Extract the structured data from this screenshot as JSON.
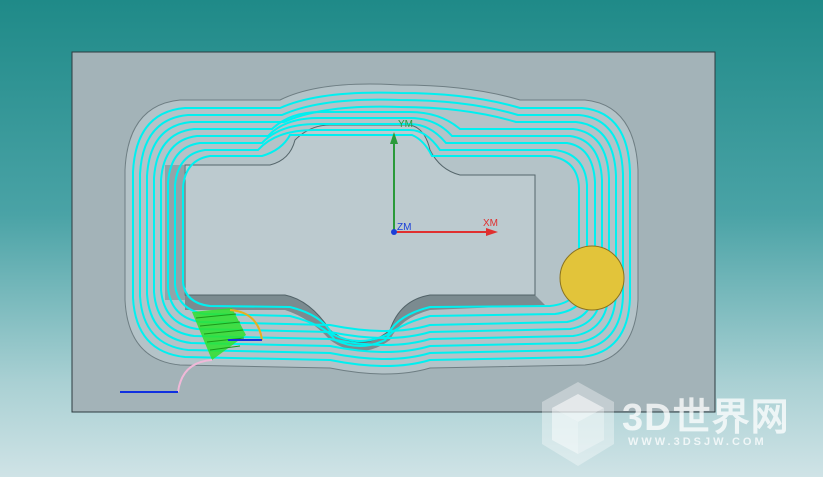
{
  "viewport": {
    "axis_labels": {
      "y": "YM",
      "x": "XM",
      "z": "ZM"
    }
  },
  "colors": {
    "background_top": "#1f8a88",
    "background_bottom": "#cfe3e6",
    "stock": "#a3b3b8",
    "pocket_floor": "#b2c1c6",
    "toolpath": "#00f0f0",
    "tool": "#e2c43a",
    "engage": "#2ee02e",
    "axis_x": "#e03030",
    "axis_y": "#2a9a3a",
    "axis_z": "#1b3fd8",
    "lead_line": "#1030e0",
    "lead_arc": "#f0b8d8"
  },
  "watermark": {
    "title": "3D世界网",
    "url": "WWW.3DSJW.COM"
  }
}
